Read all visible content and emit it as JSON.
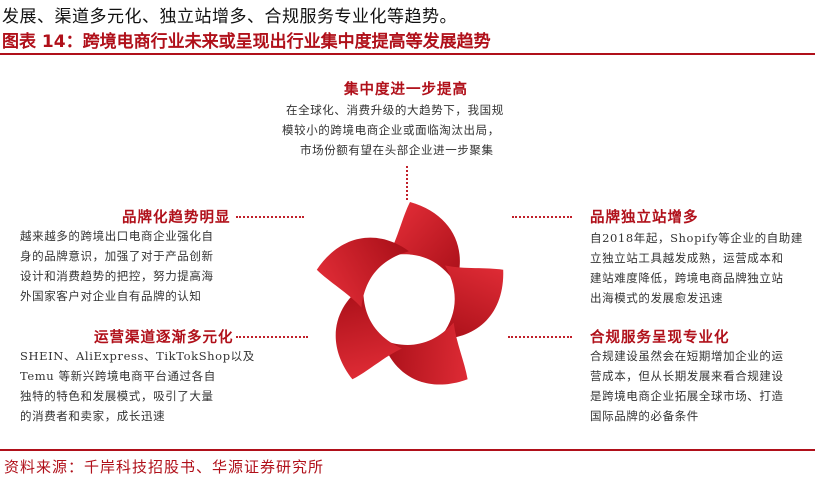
{
  "header": {
    "intro_line": "发展、渠道多元化、独立站增多、合规服务专业化等趋势。",
    "figure_title": "图表 14：跨境电商行业未来或呈现出行业集中度提高等发展趋势"
  },
  "trends": {
    "top": {
      "heading": "集中度进一步提高",
      "lines": [
        "在全球化、消费升级的大趋势下，我国规",
        "模较小的跨境电商企业或面临淘汰出局，",
        "市场份额有望在头部企业进一步聚集"
      ]
    },
    "left_upper": {
      "heading": "品牌化趋势明显",
      "lines": [
        "越来越多的跨境出口电商企业强化自",
        "身的品牌意识，加强了对于产品创新",
        "设计和消费趋势的把控，努力提高海",
        "外国家客户对企业自有品牌的认知"
      ]
    },
    "left_lower": {
      "heading": "运营渠道逐渐多元化",
      "lines": [
        "SHEIN、AliExpress、TikTokShop以及",
        "Temu 等新兴跨境电商平台通过各自",
        "独特的特色和发展模式，吸引了大量",
        "的消费者和卖家，成长迅速"
      ]
    },
    "right_upper": {
      "heading": "品牌独立站增多",
      "lines": [
        "自2018年起，Shopify等企业的自助建",
        "立独立站工具越发成熟，运营成本和",
        "建站难度降低，跨境电商品牌独立站",
        "出海模式的发展愈发迅速"
      ]
    },
    "right_lower": {
      "heading": "合规服务呈现专业化",
      "lines": [
        "合规建设虽然会在短期增加企业的运",
        "营成本，但从长期发展来看合规建设",
        "是跨境电商企业拓展全球市场、打造",
        "国际品牌的必备条件"
      ]
    }
  },
  "footer": {
    "source": "资料来源：千岸科技招股书、华源证券研究所"
  },
  "colors": {
    "accent": "#b0101a",
    "petal_dark": "#b3121c",
    "petal_light": "#e8303a"
  }
}
